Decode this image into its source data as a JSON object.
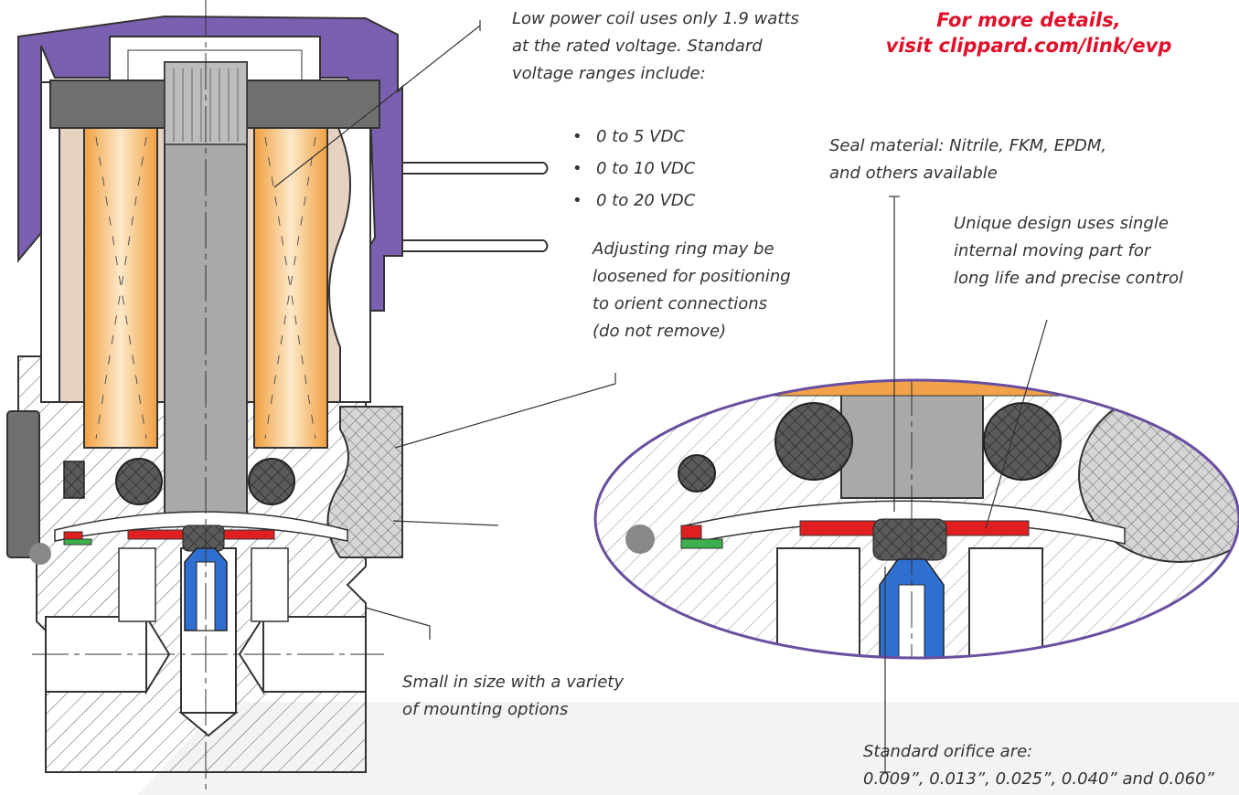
{
  "cta": {
    "line1": "For more details,",
    "line2": "visit clippard.com/link/evp"
  },
  "callouts": {
    "coil": {
      "line1": "Low power coil uses only 1.9 watts",
      "line2": "at the rated voltage. Standard",
      "line3": "voltage ranges include:",
      "voltages": [
        "0 to 5 VDC",
        "0 to 10 VDC",
        "0 to 20 VDC"
      ]
    },
    "seal": {
      "line1": "Seal material: Nitrile, FKM, EPDM,",
      "line2": "and others available"
    },
    "design": {
      "line1": "Unique design uses single",
      "line2": "internal moving part for",
      "line3": "long life and precise control"
    },
    "ring": {
      "line1": "Adjusting ring may be",
      "line2": "loosened for positioning",
      "line3": "to orient connections",
      "line4": "(do not remove)"
    },
    "size": {
      "line1": "Small in size with a variety",
      "line2": "of mounting options"
    },
    "orifice": {
      "line1": "Standard orifice are:",
      "line2": "0.009”, 0.013”, 0.025”, 0.040” and 0.060”"
    }
  },
  "colors": {
    "housing": "#7b5fb0",
    "coil": "#f2a24a",
    "plunger": "#a9a9ab",
    "seat": "#e02020",
    "nozzle": "#2f6fd0",
    "seal_ring": "#505050",
    "knurl": "#b9b9b9",
    "zoom_outline": "#6a4ea0"
  }
}
